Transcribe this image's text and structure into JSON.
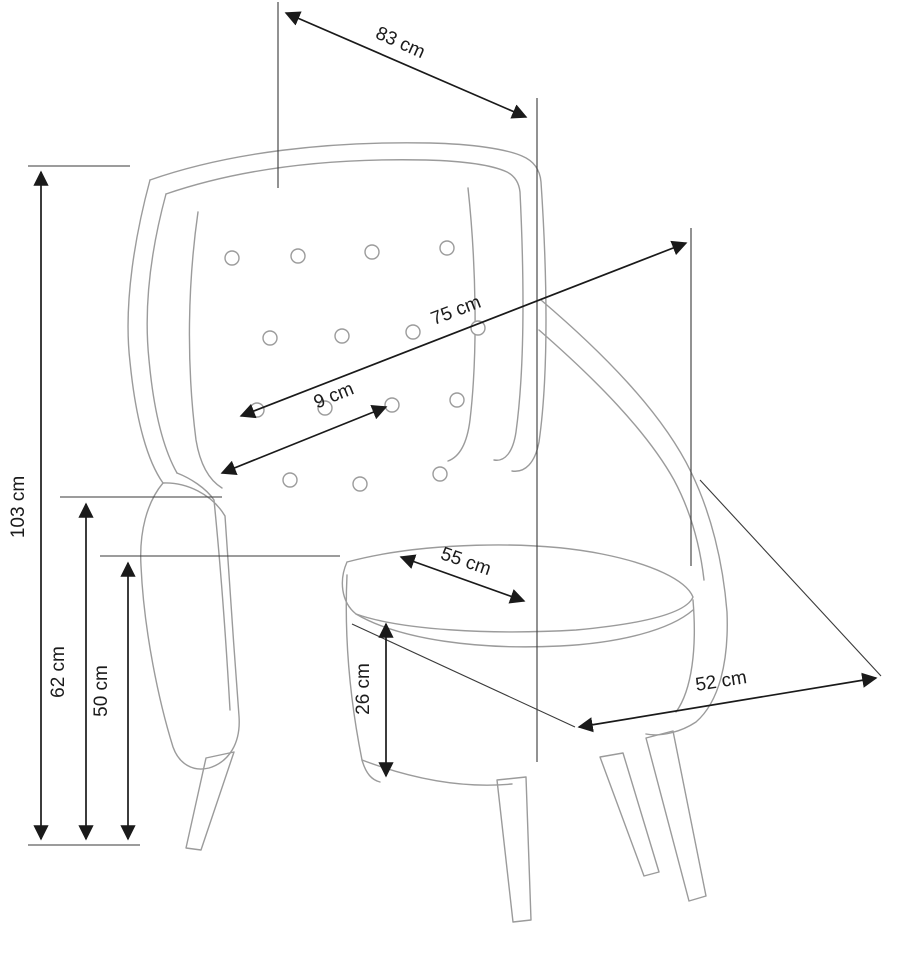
{
  "diagram": {
    "subject": "wingback-armchair-dimension-drawing",
    "labels": {
      "d83": "83 cm",
      "d75": "75 cm",
      "d9": "9 cm",
      "d103": "103 cm",
      "d62": "62 cm",
      "d50": "50 cm",
      "d55": "55 cm",
      "d26": "26 cm",
      "d52": "52 cm"
    },
    "colors": {
      "chair_line": "#9b9b9b",
      "dimension_line": "#1a1a1a",
      "background": "#ffffff"
    }
  }
}
